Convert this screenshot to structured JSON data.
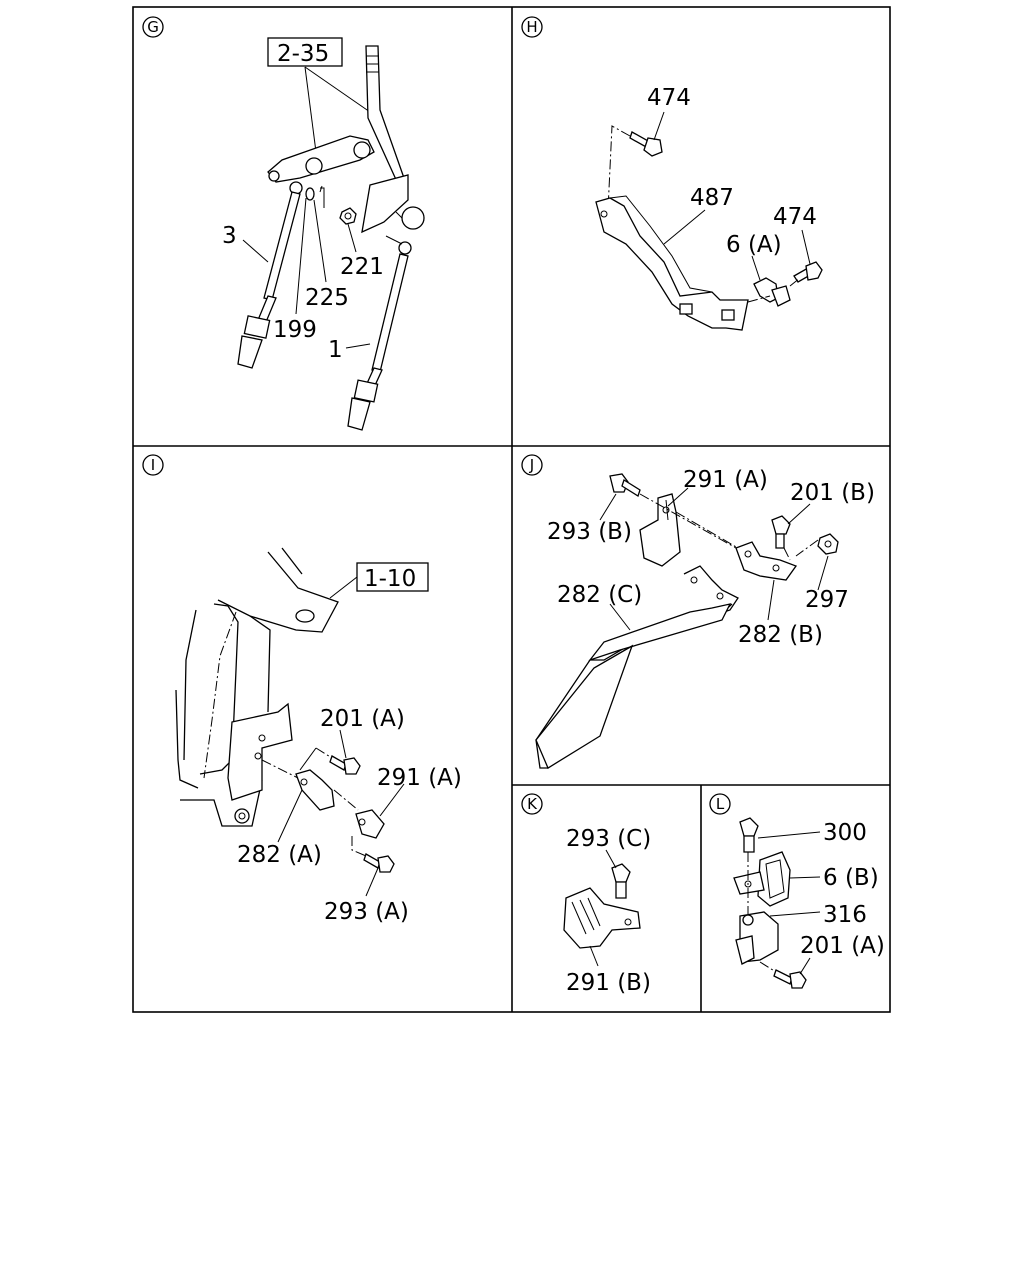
{
  "panels": {
    "G": {
      "marker": "G",
      "reference": "2-35",
      "labels": {
        "p3": "3",
        "p221": "221",
        "p225": "225",
        "p199": "199",
        "p1": "1"
      }
    },
    "H": {
      "marker": "H",
      "labels": {
        "p474a": "474",
        "p487": "487",
        "p474b": "474",
        "p6a": "6 (A)"
      }
    },
    "I": {
      "marker": "I",
      "reference": "1-10",
      "labels": {
        "p201a": "201 (A)",
        "p291a": "291 (A)",
        "p282a": "282 (A)",
        "p293a": "293 (A)"
      }
    },
    "J": {
      "marker": "J",
      "labels": {
        "p291a": "291 (A)",
        "p201b": "201 (B)",
        "p293b": "293 (B)",
        "p282c": "282 (C)",
        "p297": "297",
        "p282b": "282 (B)"
      }
    },
    "K": {
      "marker": "K",
      "labels": {
        "p293c": "293 (C)",
        "p291b": "291 (B)"
      }
    },
    "L": {
      "marker": "L",
      "labels": {
        "p300": "300",
        "p6b": "6 (B)",
        "p316": "316",
        "p201a": "201 (A)"
      }
    }
  }
}
